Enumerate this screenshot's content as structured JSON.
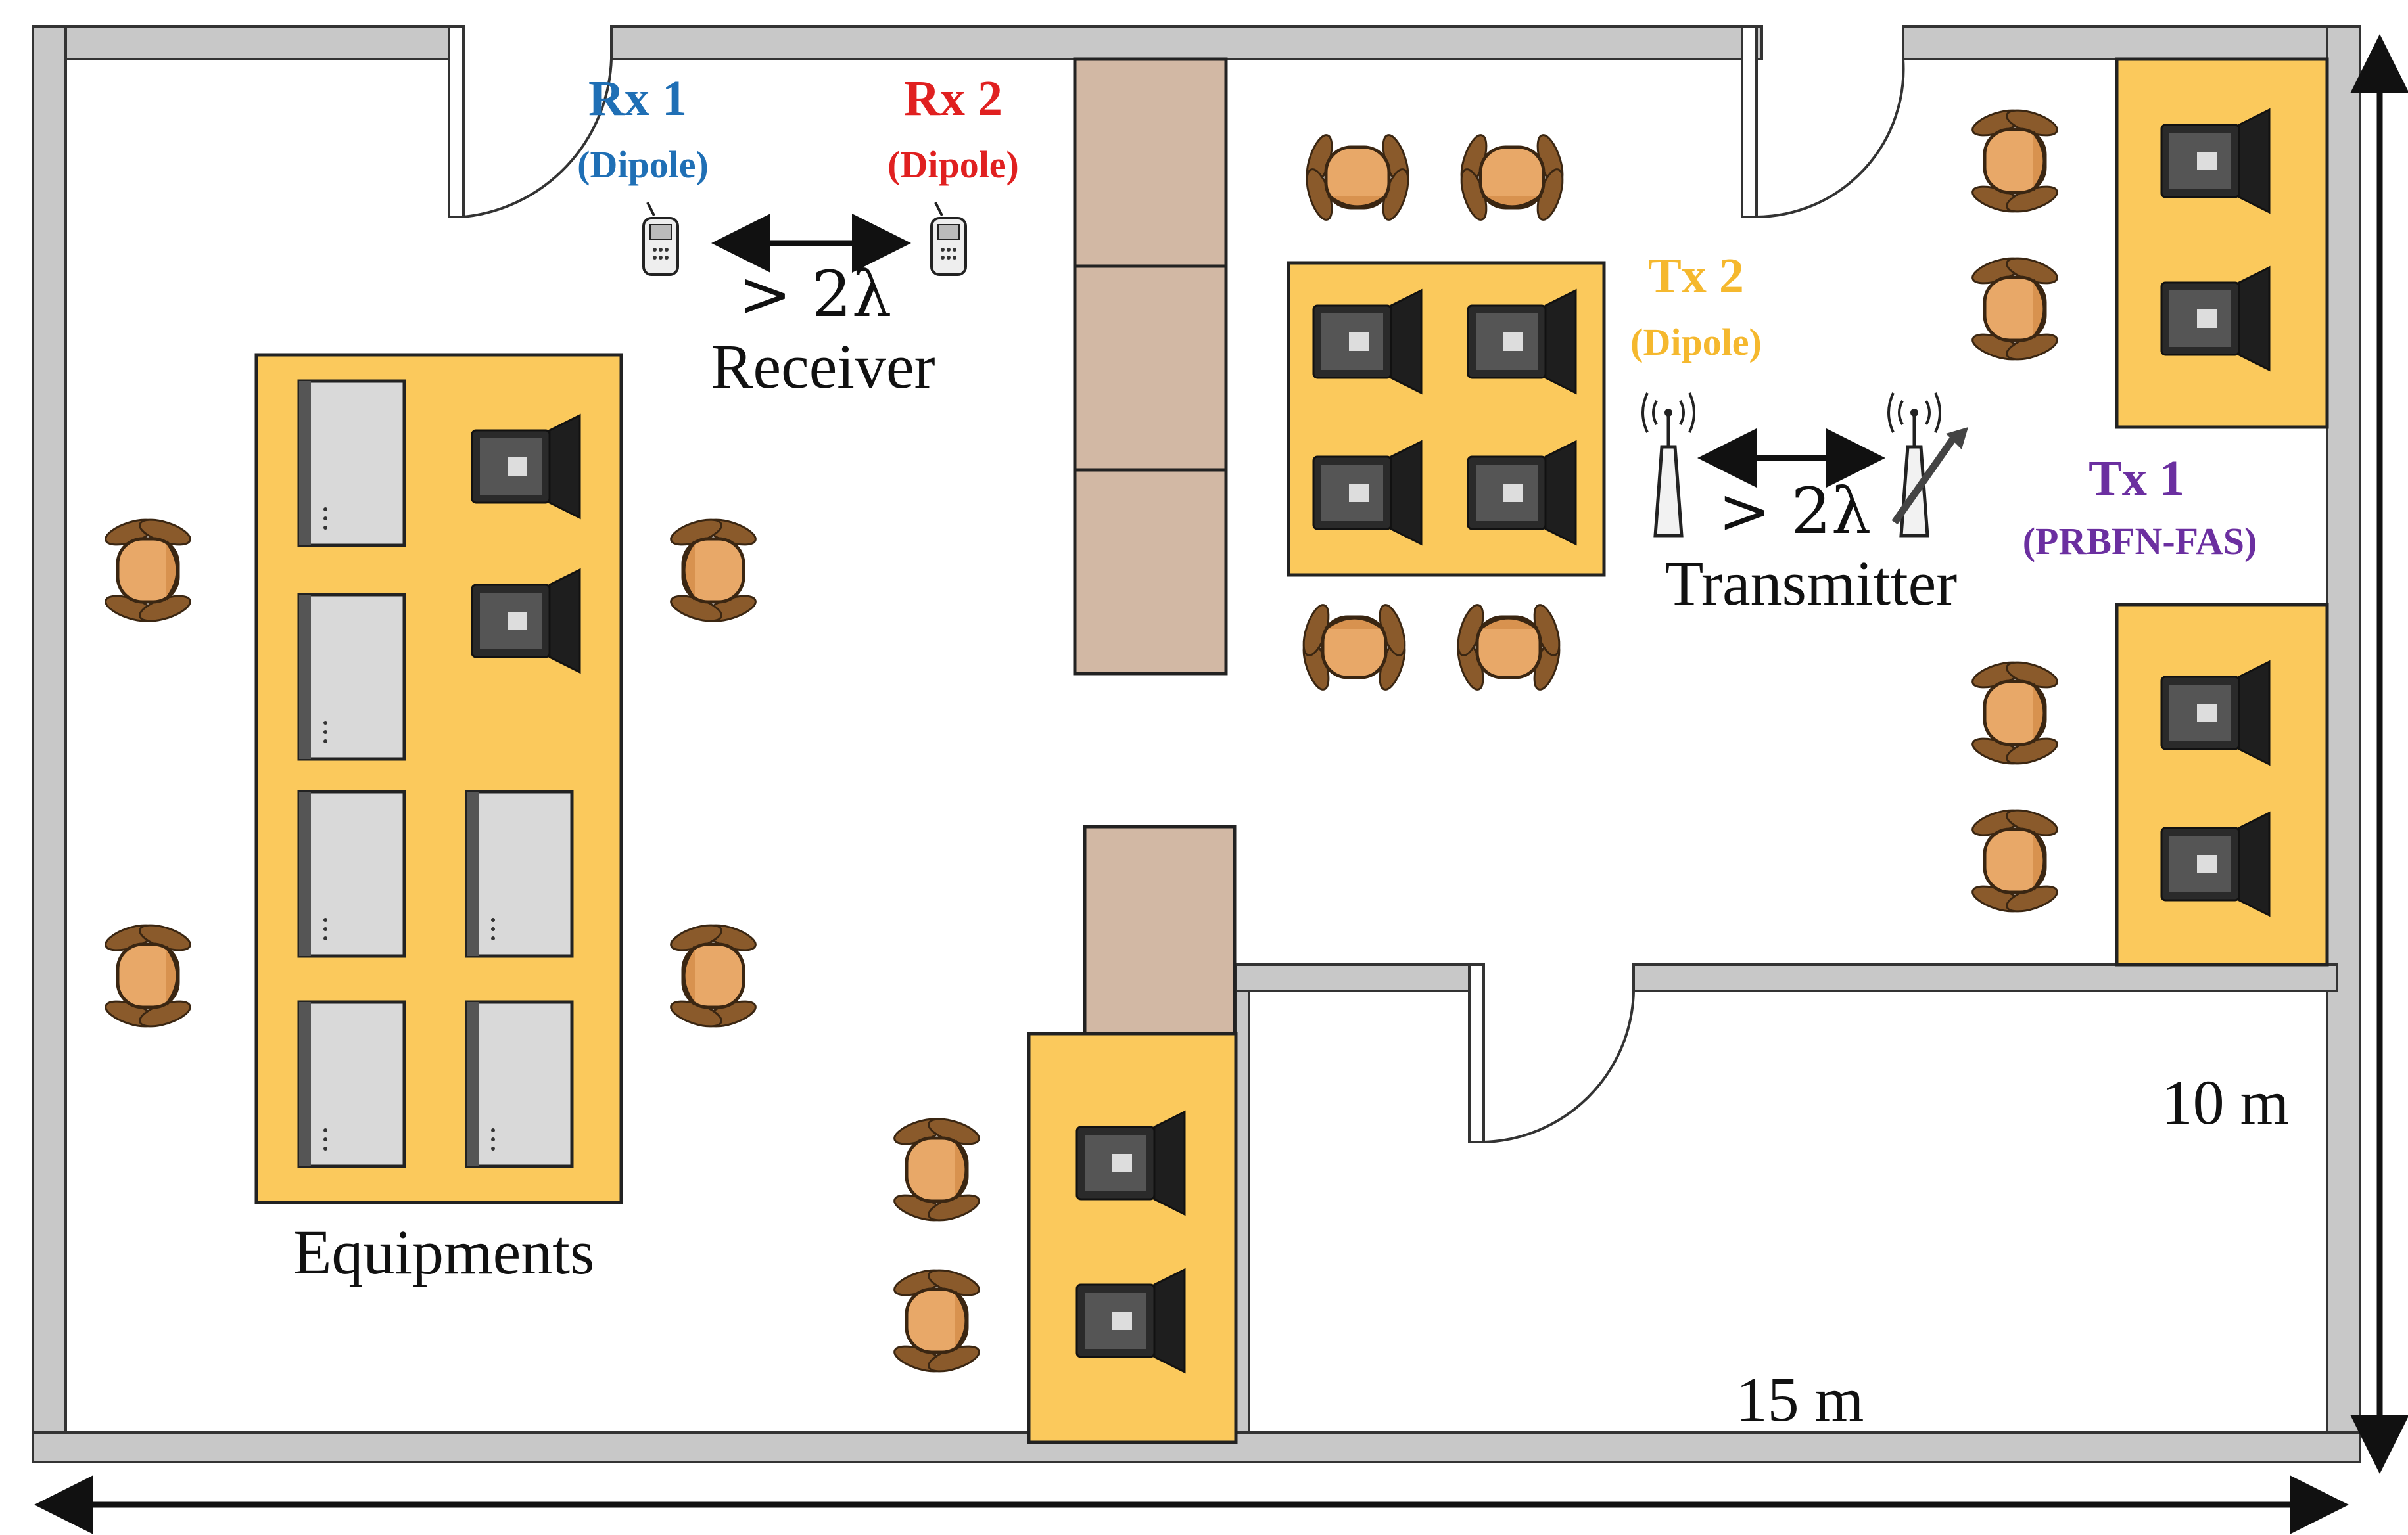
{
  "labels": {
    "rx1_name": "Rx 1",
    "rx1_type": "(Dipole)",
    "rx2_name": "Rx 2",
    "rx2_type": "(Dipole)",
    "rx_spacing": "> 2λ",
    "receiver": "Receiver",
    "tx2_name": "Tx 2",
    "tx2_type": "(Dipole)",
    "tx1_name": "Tx 1",
    "tx1_type": "(PRBFN-FAS)",
    "tx_spacing": "> 2λ",
    "transmitter": "Transmitter",
    "equipments": "Equipments",
    "height_dim": "10 m",
    "width_dim": "15 m"
  },
  "colors": {
    "rx1": "#1f6fb5",
    "rx2": "#e02020",
    "tx2": "#f5b82e",
    "tx1": "#6b2fa0",
    "wall": "#c8c8c8",
    "desk": "#fbc95c",
    "partition": "#d2b8a4",
    "chair": "#e8a868"
  }
}
